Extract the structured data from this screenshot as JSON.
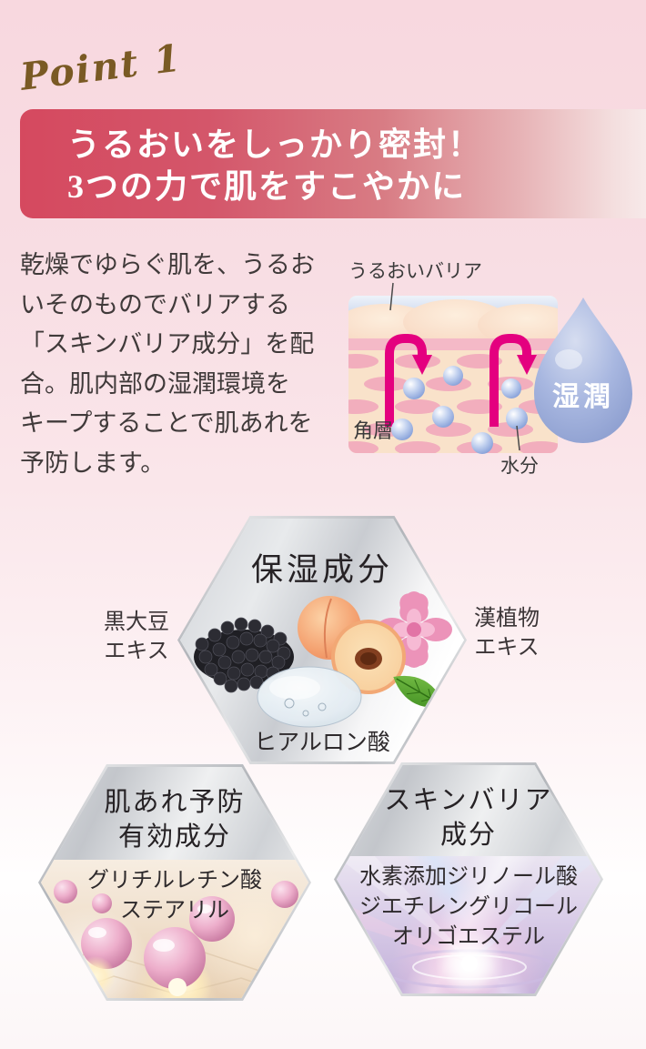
{
  "point_label": "Point 1",
  "headline": {
    "line1": "うるおいをしっかり密封！",
    "line2": "3つの力で肌をすこやかに"
  },
  "intro_text": "乾燥でゆらぐ肌を、うるお\nいそのものでバリアする\n「スキンバリア成分」を配\n合。肌内部の湿潤環境を\nキープすることで肌あれを\n予防します。",
  "diagram": {
    "barrier_label": "うるおいバリア",
    "stratum_label": "角層",
    "water_label": "水分",
    "drop_label": "湿潤"
  },
  "hexagons": {
    "moisturizing": {
      "title": "保湿成分",
      "ingredient": "ヒアルロン酸",
      "left_label": "黒大豆\nエキス",
      "right_label": "漢植物\nエキス"
    },
    "anti_roughness": {
      "title": "肌あれ予防\n有効成分",
      "ingredient": "グリチルレチン酸\nステアリル"
    },
    "skin_barrier": {
      "title": "スキンバリア\n成分",
      "ingredient": "水素添加ジリノール酸\nジエチレングリコール\nオリゴエステル"
    }
  },
  "colors": {
    "accent_red": "#d5495f",
    "point_gold": "#7a5a24",
    "arrow_magenta": "#e4007f",
    "drop_blue": "#8ea4d2",
    "background_pink": "#f8d8df"
  }
}
